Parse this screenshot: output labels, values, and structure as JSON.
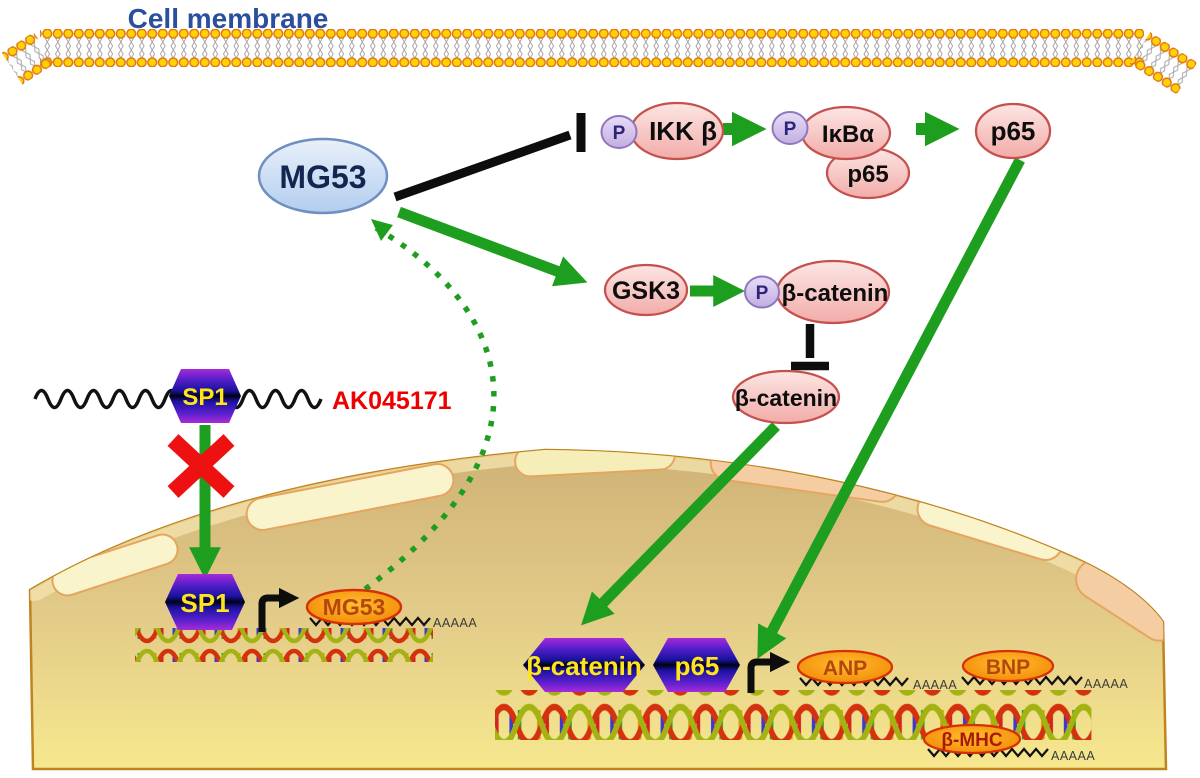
{
  "labels": {
    "cell_membrane": "Cell membrane",
    "mg53": "MG53",
    "phospho": "P",
    "ikk_beta": "IKK β",
    "ikb_alpha": "IκBα",
    "p65": "p65",
    "gsk3": "GSK3",
    "beta_catenin": "β-catenin",
    "sp1": "SP1",
    "lncrna_name": "AK045171",
    "mg53_gene": "MG53",
    "anp": "ANP",
    "bnp": "BNP",
    "beta_mhc": "β-MHC",
    "poly_a": "AAAAA"
  },
  "colors": {
    "arrow_green": "#1e9e1e",
    "inhibition_black": "#0d0d0d",
    "block_x_red": "#ee1111",
    "lncrna_label_red": "#ee0000",
    "membrane_label_blue": "#2a4f9e",
    "hexagon_text_yellow": "#ffe41a",
    "hexagon_body_blue": "#1a12a0",
    "nucleus_tan": "#e2ca88",
    "lipid_head_yellow": "#ffd200",
    "protein_pink": "#f2aca9",
    "protein_blue": "#b8d0ee",
    "gene_orange": "#f28200"
  }
}
